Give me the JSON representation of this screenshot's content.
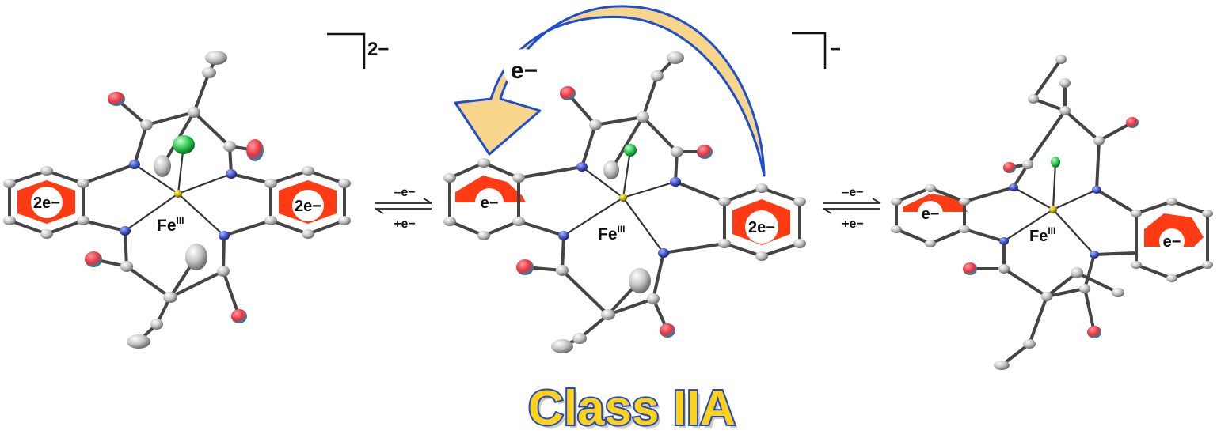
{
  "complexes": [
    {
      "metal_label": "Fe",
      "oxidation_label": "III",
      "charge_label": "2−",
      "ring_labels": [
        "2e−",
        "2e−"
      ]
    },
    {
      "metal_label": "Fe",
      "oxidation_label": "III",
      "charge_label": "",
      "ring_labels": [
        "e−",
        "2e−"
      ]
    },
    {
      "metal_label": "Fe",
      "oxidation_label": "III",
      "charge_label": "−",
      "ring_labels": [
        "e−",
        "e−"
      ]
    }
  ],
  "equilibria": [
    {
      "forward_label": "–e−",
      "reverse_label": "+e−"
    },
    {
      "forward_label": "–e−",
      "reverse_label": "+e−"
    }
  ],
  "transfer_arrow": {
    "label": "e−",
    "fill_color": "#F7D58A",
    "stroke_color": "#1F4FD0"
  },
  "classification_label": "Class IIA",
  "colors": {
    "ring_radical": "#FF2A00",
    "bond": "#444444",
    "atom_gray": "#BDBDBD",
    "oxygen": "#E8333F",
    "nitrogen": "#3F52C8",
    "chlorine": "#29C34A",
    "iron": "#C8B400",
    "class_fill": "#FFD21A",
    "class_stroke": "#1F49C7"
  }
}
